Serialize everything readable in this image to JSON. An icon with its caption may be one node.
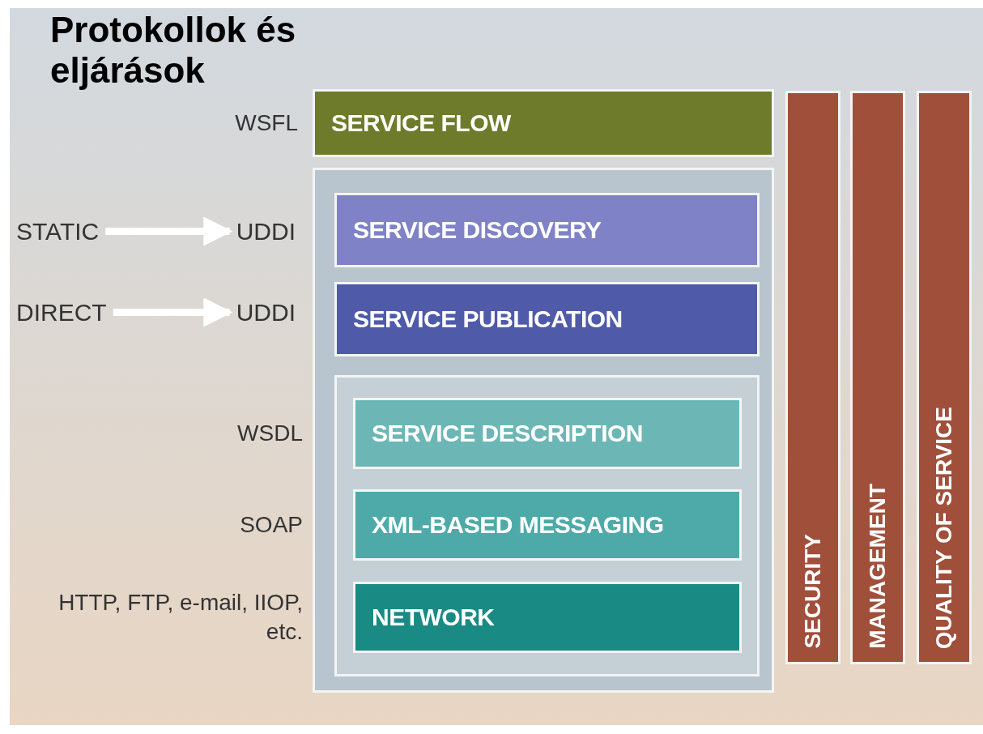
{
  "diagram": {
    "title": "Protokollok és eljárások",
    "nodes": [
      {
        "text": [
          "SERVICE FLOW"
        ],
        "beside": [
          "WSFL"
        ]
      },
      {
        "text": [
          "SECURITY"
        ]
      },
      {
        "text": [
          "MANAGEMENT"
        ]
      },
      {
        "text": [
          "QUALITY OF SERVICE"
        ]
      },
      {
        "text": [],
        "shape": "box"
      },
      {
        "text": [
          "SERVICE DISCOVERY"
        ],
        "in": 4
      },
      {
        "text": [
          "SERVICE PUBLICATION"
        ],
        "in": 4
      },
      {
        "text": [],
        "shape": "box",
        "in": 4
      },
      {
        "text": [
          "SERVICE DESCRIPTION"
        ],
        "in": 7,
        "beside": [
          "WSDL"
        ]
      },
      {
        "text": [
          "XML-BASED MESSAGING"
        ],
        "in": 7,
        "beside": [
          "SOAP"
        ]
      },
      {
        "text": [
          "NETWORK"
        ],
        "in": 7,
        "beside": [
          "HTTP, FTP, e-mail, IIOP, etc."
        ]
      },
      {
        "text": [
          "STATIC"
        ]
      },
      {
        "text": [
          "UDDI"
        ]
      },
      {
        "text": [
          "DIRECT"
        ]
      },
      {
        "text": [
          "UDDI"
        ]
      }
    ],
    "edges": [
      {
        "from": 11,
        "to": 12,
        "arrow": "to"
      },
      {
        "from": 13,
        "to": 14,
        "arrow": "to"
      }
    ]
  }
}
